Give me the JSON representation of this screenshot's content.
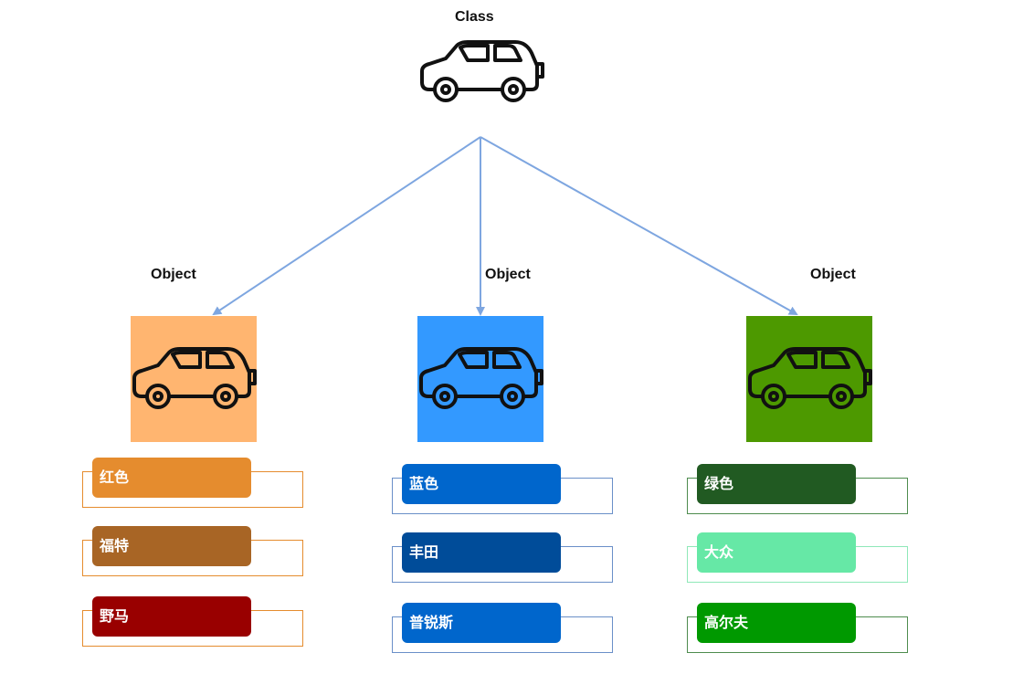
{
  "class_label": "Class",
  "object_label": "Object",
  "objects": [
    {
      "box_color": "#FFB570",
      "attributes": [
        {
          "text": "红色",
          "fill": "#E58C2E",
          "outline": "#E58C2E"
        },
        {
          "text": "福特",
          "fill": "#A86525",
          "outline": "#E58C2E"
        },
        {
          "text": "野马",
          "fill": "#990000",
          "outline": "#E58C2E"
        }
      ]
    },
    {
      "box_color": "#3399FF",
      "attributes": [
        {
          "text": "蓝色",
          "fill": "#0066CC",
          "outline": "#6A8FC8"
        },
        {
          "text": "丰田",
          "fill": "#004C99",
          "outline": "#6A8FC8"
        },
        {
          "text": "普锐斯",
          "fill": "#0066CC",
          "outline": "#6A8FC8"
        }
      ]
    },
    {
      "box_color": "#4D9900",
      "attributes": [
        {
          "text": "绿色",
          "fill": "#215A22",
          "outline": "#4E8C4E"
        },
        {
          "text": "大众",
          "fill": "#66E8A6",
          "outline": "#8FE8B8"
        },
        {
          "text": "高尔夫",
          "fill": "#009900",
          "outline": "#4E8C4E"
        }
      ]
    }
  ],
  "colors": {
    "arrow": "#7EA6E0",
    "car_stroke": "#111111"
  },
  "icons": {
    "class": "car-icon",
    "object": "car-icon"
  }
}
